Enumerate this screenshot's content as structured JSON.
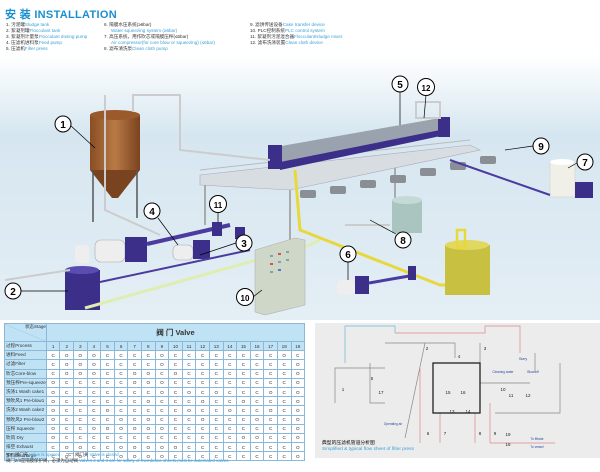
{
  "header": {
    "title_cn": "安 装",
    "title_en": "INSTALLATION"
  },
  "legend": [
    {
      "num": "1.",
      "cn": "污泥罐",
      "en": "Sludge tank"
    },
    {
      "num": "2.",
      "cn": "絮凝剂罐",
      "en": "Flocculant tank"
    },
    {
      "num": "3.",
      "cn": "絮凝剂计量泵",
      "en": "Flocculant dosing pump"
    },
    {
      "num": "4.",
      "cn": "压滤机进料泵",
      "en": "Feed pump"
    },
    {
      "num": "5.",
      "cn": "压滤机",
      "en": "Filter press"
    },
    {
      "num": "6.",
      "cn": "隔膜水压系统(≥6bar)",
      "en": "Water squeezing system (≥6bar)"
    },
    {
      "num": "7.",
      "cn": "高压系统，用作吹芯或隔膜压榨(≤6bar)",
      "en": "Air compressor(for core blow or squeezing) (≤6bar)"
    },
    {
      "num": "8.",
      "cn": "滤布清洗泵",
      "en": "Clean cloth pump"
    },
    {
      "num": "9.",
      "cn": "滤饼传送设备",
      "en": "Cake transfer device"
    },
    {
      "num": "10.",
      "cn": "PLC控制系统",
      "en": "PLC control system"
    },
    {
      "num": "11.",
      "cn": "絮凝剂污泥混合器",
      "en": "Flocculant/sludge mixer"
    },
    {
      "num": "12.",
      "cn": "滤布洗涤装置",
      "en": "Clean cloth device"
    }
  ],
  "scene": {
    "callouts": [
      "1",
      "2",
      "3",
      "4",
      "5",
      "6",
      "7",
      "8",
      "9",
      "10",
      "11",
      "12"
    ],
    "colors": {
      "floor": "#d6e6f0",
      "sludge_tank": "#a8683a",
      "equipment": "#3b2f8a",
      "pipe_yellow": "#e8d83a",
      "platform": "#d8dde2"
    }
  },
  "table": {
    "stage_label": "状态Stage",
    "process_label": "过程Process",
    "valve_header": "阀 门 Valve",
    "valves": [
      "1",
      "2",
      "3",
      "4",
      "5",
      "6",
      "7",
      "8",
      "9",
      "10",
      "11",
      "12",
      "13",
      "14",
      "15",
      "16",
      "17",
      "18",
      "19"
    ],
    "rows": [
      {
        "label": "进料Feed",
        "states": [
          "C",
          "O",
          "O",
          "O",
          "C",
          "C",
          "C",
          "C",
          "O",
          "C",
          "C",
          "C",
          "C",
          "C",
          "C",
          "C",
          "C",
          "O",
          "C"
        ]
      },
      {
        "label": "过滤Filter",
        "states": [
          "C",
          "O",
          "O",
          "O",
          "C",
          "C",
          "C",
          "C",
          "O",
          "C",
          "C",
          "C",
          "C",
          "C",
          "C",
          "C",
          "C",
          "C",
          "O"
        ]
      },
      {
        "label": "吹芯Core-blow",
        "states": [
          "C",
          "O",
          "O",
          "O",
          "C",
          "C",
          "O",
          "O",
          "C",
          "O",
          "C",
          "C",
          "C",
          "C",
          "C",
          "C",
          "C",
          "C",
          "O"
        ]
      },
      {
        "label": "预压榨Pre-squeeze",
        "states": [
          "O",
          "C",
          "C",
          "C",
          "C",
          "C",
          "O",
          "O",
          "O",
          "C",
          "C",
          "C",
          "C",
          "C",
          "C",
          "C",
          "C",
          "C",
          "O"
        ]
      },
      {
        "label": "洗涤1 Wash cake1",
        "states": [
          "O",
          "C",
          "C",
          "C",
          "C",
          "C",
          "C",
          "C",
          "O",
          "C",
          "O",
          "C",
          "O",
          "C",
          "C",
          "C",
          "O",
          "C",
          "O"
        ]
      },
      {
        "label": "预吹风1 Pre-blow1",
        "states": [
          "O",
          "C",
          "C",
          "C",
          "C",
          "C",
          "C",
          "O",
          "C",
          "C",
          "C",
          "O",
          "C",
          "C",
          "O",
          "C",
          "C",
          "C",
          "O"
        ]
      },
      {
        "label": "洗涤2 Wash cake2",
        "states": [
          "O",
          "C",
          "C",
          "C",
          "O",
          "C",
          "C",
          "C",
          "C",
          "C",
          "O",
          "C",
          "C",
          "O",
          "C",
          "C",
          "O",
          "C",
          "O"
        ]
      },
      {
        "label": "预吹风2 Pre-blow2",
        "states": [
          "O",
          "C",
          "C",
          "C",
          "C",
          "O",
          "C",
          "O",
          "C",
          "C",
          "C",
          "O",
          "C",
          "C",
          "C",
          "O",
          "C",
          "C",
          "O"
        ]
      },
      {
        "label": "压榨 Squeeze",
        "states": [
          "O",
          "C",
          "C",
          "O",
          "O",
          "O",
          "O",
          "O",
          "O",
          "C",
          "C",
          "C",
          "C",
          "C",
          "C",
          "C",
          "C",
          "C",
          "O"
        ]
      },
      {
        "label": "吹风 Dry",
        "states": [
          "O",
          "C",
          "C",
          "C",
          "C",
          "C",
          "C",
          "C",
          "C",
          "C",
          "C",
          "C",
          "C",
          "C",
          "O",
          "O",
          "C",
          "C",
          "O"
        ]
      },
      {
        "label": "排空 Exhaust",
        "states": [
          "C",
          "O",
          "O",
          "C",
          "C",
          "O",
          "O",
          "O",
          "O",
          "O",
          "C",
          "C",
          "C",
          "C",
          "C",
          "C",
          "C",
          "C",
          "O"
        ]
      },
      {
        "label": "卸料Discharge",
        "states": [
          "C",
          "O",
          "O",
          "C",
          "C",
          "O",
          "O",
          "O",
          "O",
          "C",
          "C",
          "C",
          "C",
          "C",
          "C",
          "C",
          "C",
          "C",
          "O"
        ]
      }
    ],
    "notes": {
      "open_cn": "\"O\": 阀门开",
      "open_en": "Valve is opened",
      "closed_cn": "\"C\": 阀门关",
      "closed_en": "Valve is closed",
      "auto_cn": "阀门2/3是隔膜保护阀，必须为自动阀",
      "auto_en": "Valves 2 and 3 are for safety of membrane sheets,must be automated valves"
    }
  },
  "flowsheet": {
    "numbers": [
      "1",
      "2",
      "3",
      "4",
      "5",
      "6",
      "7",
      "8",
      "9",
      "10",
      "11",
      "12",
      "13",
      "14",
      "15",
      "16",
      "17",
      "18",
      "19"
    ],
    "labels": {
      "operating_air": "Operating air",
      "cleaning_water": "Cleaning water",
      "blow_off": "Blow off",
      "slurry": "Slurry",
      "to_filtrate": "To filtrate",
      "to_vessel": "To vessel"
    },
    "caption_cn": "典型的压滤机管道分析图",
    "caption_en": "Simplified & typical flow sheet of filter press"
  }
}
